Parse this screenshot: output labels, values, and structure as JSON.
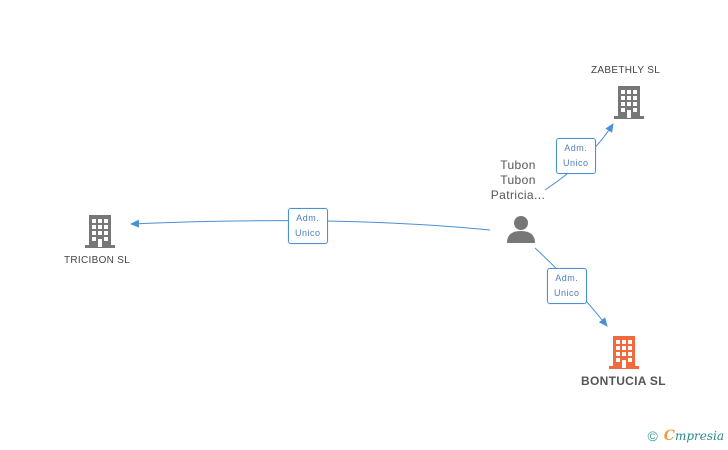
{
  "companies": {
    "zabethly": {
      "name": "ZABETHLY SL",
      "color": "#777777"
    },
    "tricibon": {
      "name": "TRICIBON SL",
      "color": "#777777"
    },
    "bontucia": {
      "name": "BONTUCIA SL",
      "color": "#f26a3b"
    }
  },
  "person": {
    "name_line1": "Tubon",
    "name_line2": "Tubon",
    "name_line3": "Patricia...",
    "color": "#777777"
  },
  "relations": [
    {
      "role_line1": "Adm.",
      "role_line2": "Unico"
    },
    {
      "role_line1": "Adm.",
      "role_line2": "Unico"
    },
    {
      "role_line1": "Adm.",
      "role_line2": "Unico"
    }
  ],
  "edge_color": "#4a90d9",
  "footer": {
    "copyright": "©",
    "brand_first": "C",
    "brand_rest": "mpresia"
  }
}
